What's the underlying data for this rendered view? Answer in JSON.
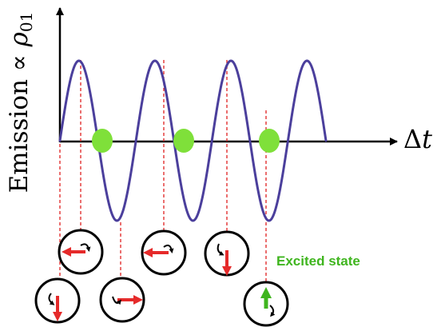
{
  "diagram": {
    "y_axis_label": {
      "prefix": "Emission ∝ ",
      "symbol": "ρ",
      "subscript": "01"
    },
    "x_axis_label": {
      "delta": "Δ",
      "variable": "t"
    },
    "annotation": "Excited state",
    "colors": {
      "wave": "#4b3f9c",
      "markers": "#7fe03a",
      "guides": "#e02020",
      "spin_arrow": "#e52a2a",
      "excited_arrow": "#3fb51e",
      "excited_label": "#3fb51e",
      "axes": "#000000"
    },
    "oscillation_cycles": 3.5,
    "spin_states": [
      {
        "id": "s1",
        "direction": "down",
        "color": "red"
      },
      {
        "id": "s2",
        "direction": "left",
        "color": "red"
      },
      {
        "id": "s3",
        "direction": "right",
        "color": "red"
      },
      {
        "id": "s4",
        "direction": "left",
        "color": "red"
      },
      {
        "id": "s5",
        "direction": "down",
        "color": "red"
      },
      {
        "id": "s6",
        "direction": "up",
        "color": "green",
        "label": "Excited state"
      }
    ]
  }
}
